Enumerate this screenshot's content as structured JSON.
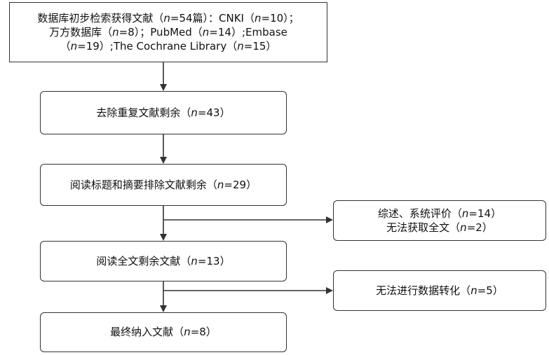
{
  "boxes": {
    "initial": {
      "lines": [
        "数据库初步检索获得文献（n=54篇）：CNKI（n=10）；",
        "万方数据库（n=8）；PubMed（n=14）;Embase",
        "（n=19）;The Cochrane Library（n=15）"
      ]
    },
    "dedup": {
      "text": "去除重复文献剩余（n=43）"
    },
    "title_abstract": {
      "text": "阅读标题和摘要排除文献剩余（n=29）"
    },
    "excluded_reviews": {
      "lines": [
        "综述、系统评价（n=14）",
        "无法获取全文（n=2）"
      ]
    },
    "fulltext": {
      "text": "阅读全文剩余文献（n=13）"
    },
    "excluded_conversion": {
      "text": "无法进行数据转化（n=5）"
    },
    "final": {
      "text": "最终纳入文献（n=8）"
    }
  },
  "colors": {
    "border": "#333333",
    "arrow": "#333333",
    "text": "#111111"
  }
}
